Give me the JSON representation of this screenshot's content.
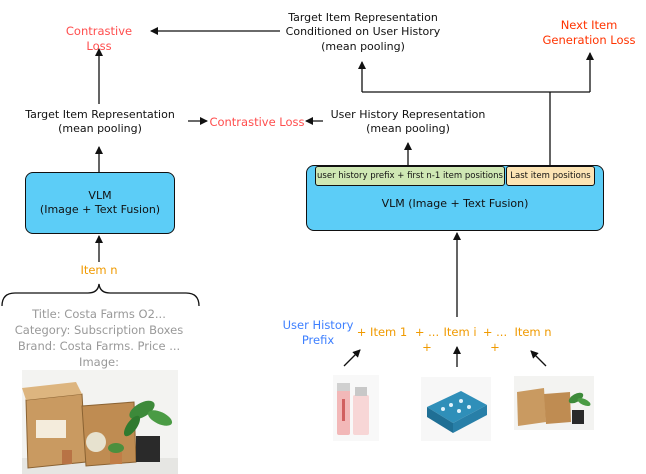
{
  "left": {
    "contrastive_top": "Contrastive Loss",
    "target_rep": "Target Item Representation\n(mean pooling)",
    "vlm": "VLM\n(Image + Text Fusion)",
    "item_n": "Item n",
    "item_text": "Title: Costa Farms O2...\nCategory: Subscription Boxes\nBrand: Costa Farms. Price ...\nImage:"
  },
  "center": {
    "contrastive": "Contrastive Loss"
  },
  "right": {
    "target_cond": "Target Item Representation\nConditioned on User History\n(mean pooling)",
    "next_item_loss": "Next Item\nGeneration Loss",
    "user_history_rep": "User History Representation\n(mean pooling)",
    "segment_prefix": "user history prefix + first n-1 item positions",
    "segment_last": "Last item positions",
    "vlm": "VLM (Image + Text Fusion)",
    "prefix_label": "User History\nPrefix",
    "items": [
      "+ Item 1",
      "+ ... +",
      "Item i",
      "+ ... +",
      "Item n"
    ]
  },
  "colors": {
    "vlm_fill": "#5ccdf7",
    "segment_green": "#cfe8b4",
    "segment_orange": "#fce4b4",
    "contrastive": "#ff4d4d",
    "item": "#f09a00",
    "prefix": "#3d7fff"
  }
}
